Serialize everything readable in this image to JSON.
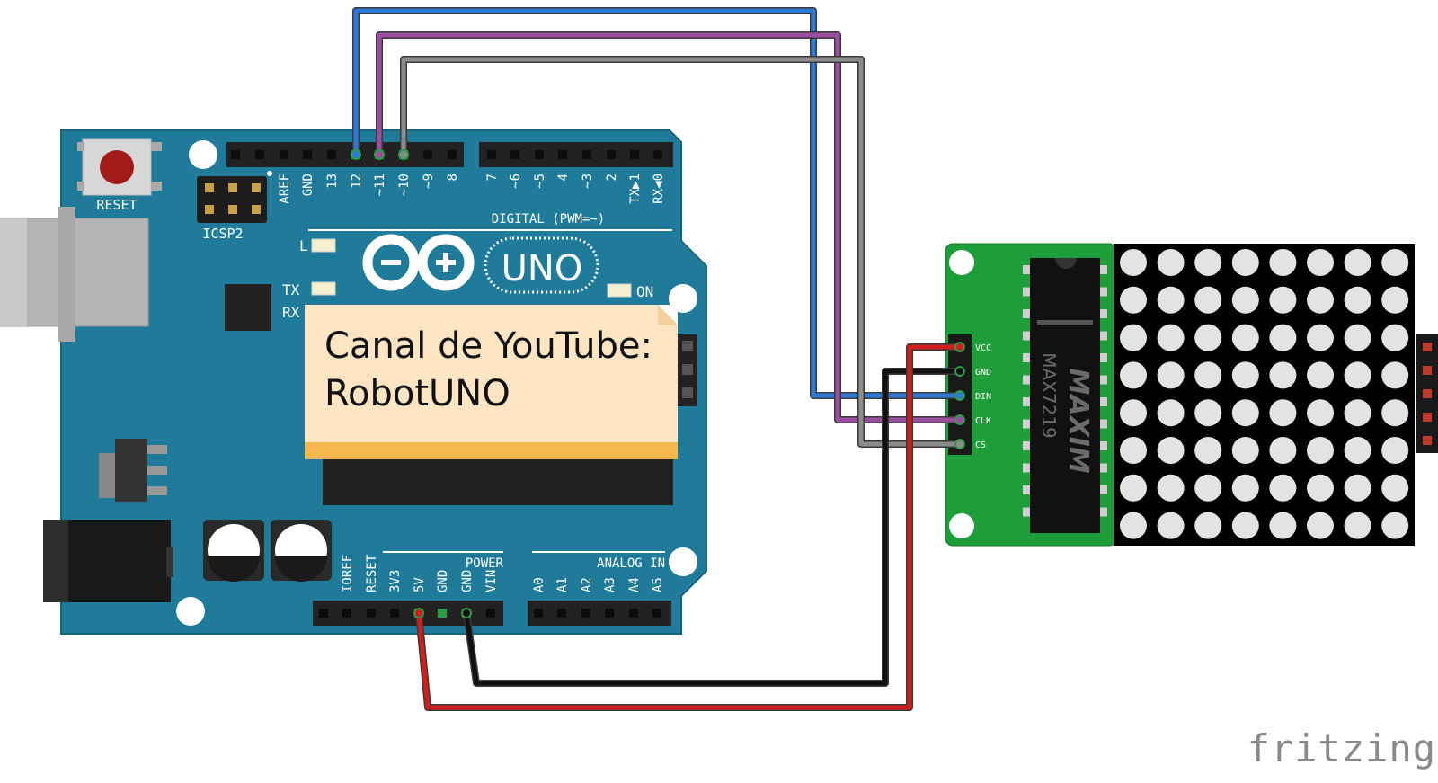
{
  "arduino": {
    "reset_label": "RESET",
    "icsp_label": "ICSP2",
    "led_l": "L",
    "led_tx": "TX",
    "led_rx": "RX",
    "led_on": "ON",
    "logo_uno": "UNO",
    "digital_label": "DIGITAL (PWM=~)",
    "digital_pins": [
      "AREF",
      "GND",
      "13",
      "12",
      "~11",
      "~10",
      "~9",
      "8",
      "7",
      "~6",
      "~5",
      "4",
      "~3",
      "2",
      "TX▶1",
      "RX◀0"
    ],
    "power_header": "POWER",
    "power_pins": [
      "IOREF",
      "RESET",
      "3V3",
      "5V",
      "GND",
      "GND",
      "VIN"
    ],
    "analog_header": "ANALOG IN",
    "analog_pins": [
      "A0",
      "A1",
      "A2",
      "A3",
      "A4",
      "A5"
    ],
    "board_color": "#1f7b99"
  },
  "module": {
    "chip_label": "MAXIM",
    "chip_part": "MAX7219",
    "pins": [
      "VCC",
      "GND",
      "DIN",
      "CLK",
      "CS"
    ],
    "pcb_color": "#1e9e3b",
    "matrix_rows": 8,
    "matrix_cols": 8
  },
  "wires": {
    "colors": {
      "din": "#2e78d6",
      "clk": "#9b4fa0",
      "cs": "#8c8c8c",
      "vcc": "#d11f1f",
      "gnd": "#111111"
    }
  },
  "note": {
    "line1": "Canal de YouTube:",
    "line2": "RobotUNO"
  },
  "watermark": "fritzing"
}
